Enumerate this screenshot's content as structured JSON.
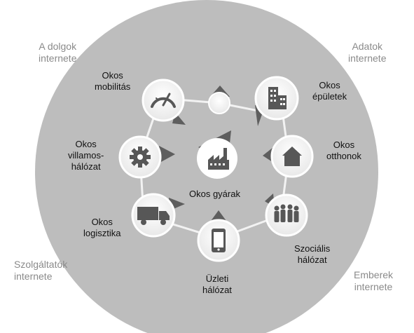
{
  "corners": {
    "top_left": [
      "A dolgok",
      "internete"
    ],
    "top_right": [
      "Adatok",
      "internete"
    ],
    "bottom_left": [
      "Szolgáltatók",
      "internete"
    ],
    "bottom_right": [
      "Emberek",
      "internete"
    ]
  },
  "center": {
    "label": "Okos gyárak",
    "icon": "factory-icon"
  },
  "nodes": [
    {
      "id": "mobility",
      "icon": "speedometer-icon",
      "label": [
        "Okos",
        "mobilitás"
      ]
    },
    {
      "id": "buildings",
      "icon": "buildings-icon",
      "label": [
        "Okos",
        "épületek"
      ]
    },
    {
      "id": "homes",
      "icon": "house-icon",
      "label": [
        "Okos",
        "otthonok"
      ]
    },
    {
      "id": "social",
      "icon": "people-icon",
      "label": [
        "Szociális",
        "hálózat"
      ]
    },
    {
      "id": "business",
      "icon": "smartphone-icon",
      "label": [
        "Üzleti",
        "hálózat"
      ]
    },
    {
      "id": "logistics",
      "icon": "truck-icon",
      "label": [
        "Okos",
        "logisztika"
      ]
    },
    {
      "id": "grid",
      "icon": "gear-icon",
      "label": [
        "Okos",
        "villamos-",
        "hálózat"
      ]
    }
  ],
  "colors": {
    "disc": "#bdbdbd",
    "ring": "#f4f4f4",
    "node": "#ffffff",
    "icon": "#575757",
    "pin": "#5e5e5e"
  }
}
